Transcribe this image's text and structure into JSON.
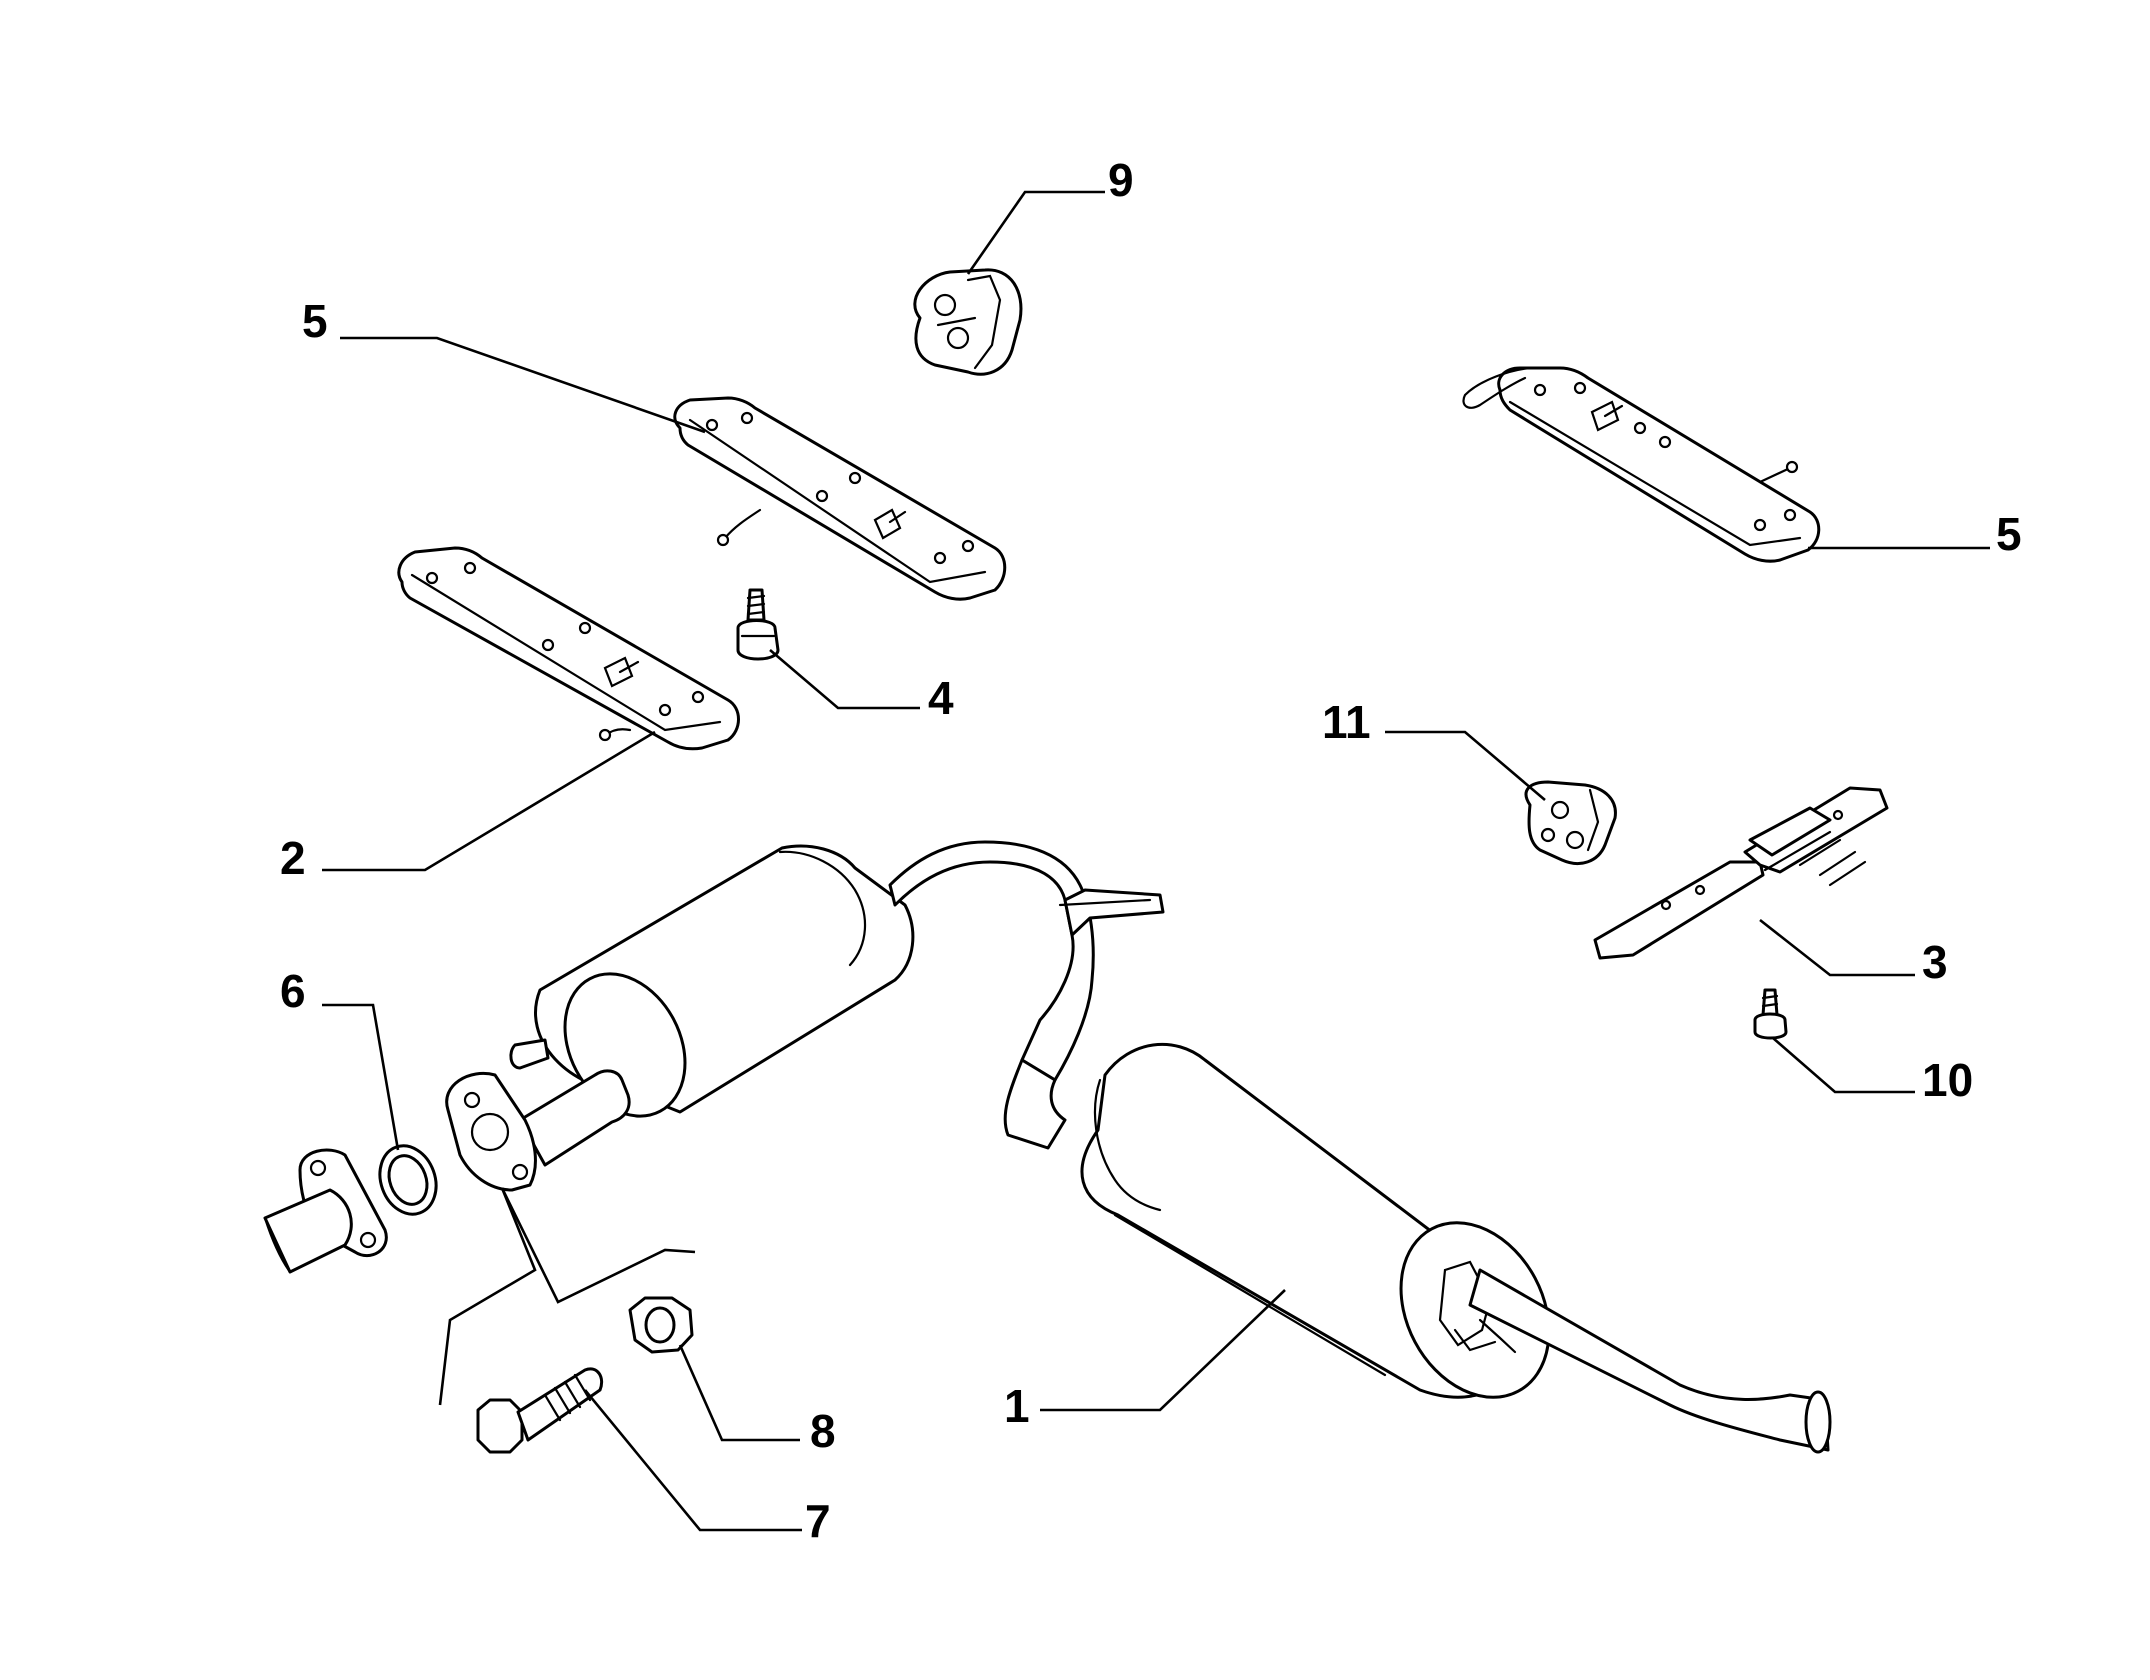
{
  "callouts": [
    {
      "id": "1",
      "label": "1"
    },
    {
      "id": "2",
      "label": "2"
    },
    {
      "id": "3",
      "label": "3"
    },
    {
      "id": "4",
      "label": "4"
    },
    {
      "id": "5a",
      "label": "5"
    },
    {
      "id": "5b",
      "label": "5"
    },
    {
      "id": "6",
      "label": "6"
    },
    {
      "id": "7",
      "label": "7"
    },
    {
      "id": "8",
      "label": "8"
    },
    {
      "id": "9",
      "label": "9"
    },
    {
      "id": "10",
      "label": "10"
    },
    {
      "id": "11",
      "label": "11"
    }
  ]
}
